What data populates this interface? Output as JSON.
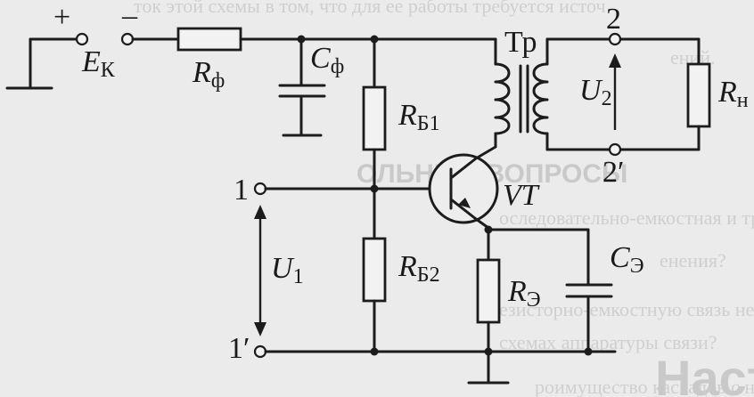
{
  "background_text": {
    "line1": "ток этой схемы в том, что для ее работы требуется источ",
    "line2": "ений.",
    "heading": "ОЛЬНЫЕ ВОПРОСЫ",
    "line3": "оследовательно-емкостная и трансформаторные связи не име",
    "line4": "енения?",
    "line5": "езисторно-емкостную связь нежелательно использоват",
    "line6": "схемах аппаратуры связи?",
    "line7": "роимущество каскадов с непосредственными связями",
    "large": "Наст"
  },
  "schematic": {
    "supply": {
      "plus": "+",
      "minus": "–",
      "label": "E",
      "sub": "К"
    },
    "r_filter": {
      "label": "R",
      "sub": "ф"
    },
    "c_filter": {
      "label": "C",
      "sub": "ф"
    },
    "r_b1": {
      "label": "R",
      "sub": "Б1"
    },
    "r_b2": {
      "label": "R",
      "sub": "Б2"
    },
    "r_e": {
      "label": "R",
      "sub": "Э"
    },
    "c_e": {
      "label": "C",
      "sub": "Э"
    },
    "transformer": {
      "label": "Тр"
    },
    "transistor": {
      "label": "VT"
    },
    "r_load": {
      "label": "R",
      "sub": "н"
    },
    "input": {
      "top": "1",
      "bottom": "1′",
      "voltage": "U",
      "voltage_sub": "1"
    },
    "output": {
      "top": "2",
      "bottom": "2′",
      "voltage": "U",
      "voltage_sub": "2"
    }
  }
}
